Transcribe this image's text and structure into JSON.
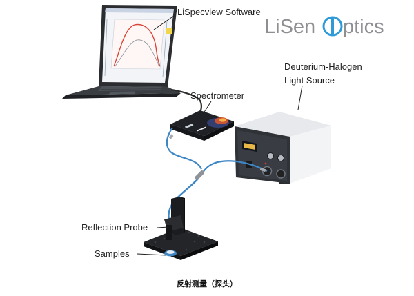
{
  "title": "反射测量（探头）",
  "labels": {
    "software": "LiSpecview Software",
    "light_source_line1": "Deuterium-Halogen",
    "light_source_line2": "Light Source",
    "spectrometer": "Spectrometer",
    "reflection_probe": "Reflection Probe",
    "samples": "Samples"
  },
  "logo": {
    "text_left": "LiSen",
    "text_right": "ptics"
  },
  "colors": {
    "fiber": "#3e86c4",
    "logo_blue": "#2f9ad8",
    "logo_gray": "#8d8f93"
  }
}
